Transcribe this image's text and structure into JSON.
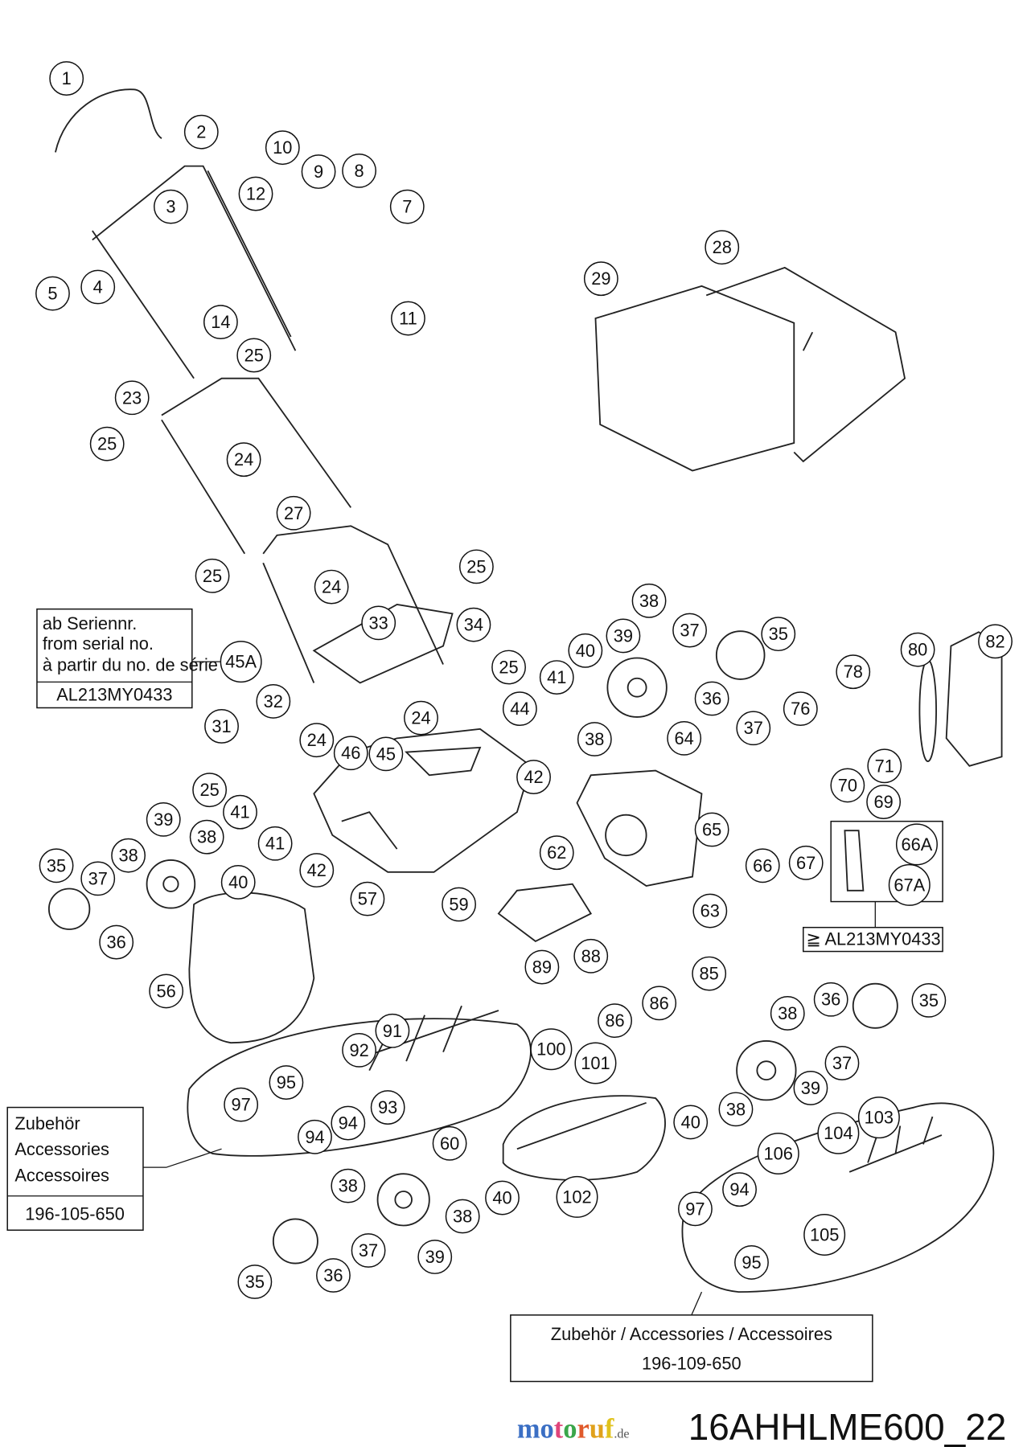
{
  "diagram": {
    "model_code": "16AHHLME600_22",
    "watermark": {
      "letters": [
        "m",
        "o",
        "t",
        "o",
        "r",
        "u",
        "f"
      ],
      "colors": [
        "#3b6fc4",
        "#3b6fc4",
        "#e0457b",
        "#3aa64a",
        "#e05a2b",
        "#e0a11b",
        "#e0c21b"
      ],
      "suffix": ".de"
    },
    "serial_box": {
      "lines": [
        "ab Seriennr.",
        "from serial no.",
        "à partir du no. de série"
      ],
      "serial": "AL213MY0433"
    },
    "serial_box_small": {
      "label": "≧ AL213MY0433",
      "parts": [
        "66A",
        "67A"
      ]
    },
    "accessories_left": {
      "lines": [
        "Zubehör",
        "Accessories",
        "Accessoires"
      ],
      "part_no": "196-105-650"
    },
    "accessories_right": {
      "title": "Zubehör / Accessories / Accessoires",
      "part_no": "196-109-650"
    },
    "callouts": [
      "1",
      "2",
      "3",
      "4",
      "5",
      "7",
      "8",
      "9",
      "10",
      "11",
      "12",
      "14",
      "23",
      "24",
      "25",
      "25",
      "24",
      "25",
      "27",
      "25",
      "28",
      "29",
      "33",
      "34",
      "25",
      "45A",
      "32",
      "31",
      "24",
      "24",
      "46",
      "45",
      "44",
      "41",
      "40",
      "42",
      "25",
      "41",
      "41",
      "42",
      "39",
      "38",
      "40",
      "35",
      "37",
      "38",
      "36",
      "38",
      "39",
      "37",
      "35",
      "36",
      "38",
      "64",
      "37",
      "76",
      "78",
      "80",
      "82",
      "71",
      "70",
      "69",
      "65",
      "66",
      "67",
      "66A",
      "67A",
      "63",
      "62",
      "57",
      "59",
      "56",
      "89",
      "88",
      "85",
      "86",
      "86",
      "91",
      "92",
      "93",
      "95",
      "94",
      "94",
      "97",
      "100",
      "101",
      "60",
      "102",
      "38",
      "36",
      "35",
      "37",
      "39",
      "40",
      "38",
      "103",
      "104",
      "106",
      "94",
      "97",
      "105",
      "95",
      "38",
      "38",
      "40",
      "39",
      "37",
      "35",
      "36"
    ]
  }
}
